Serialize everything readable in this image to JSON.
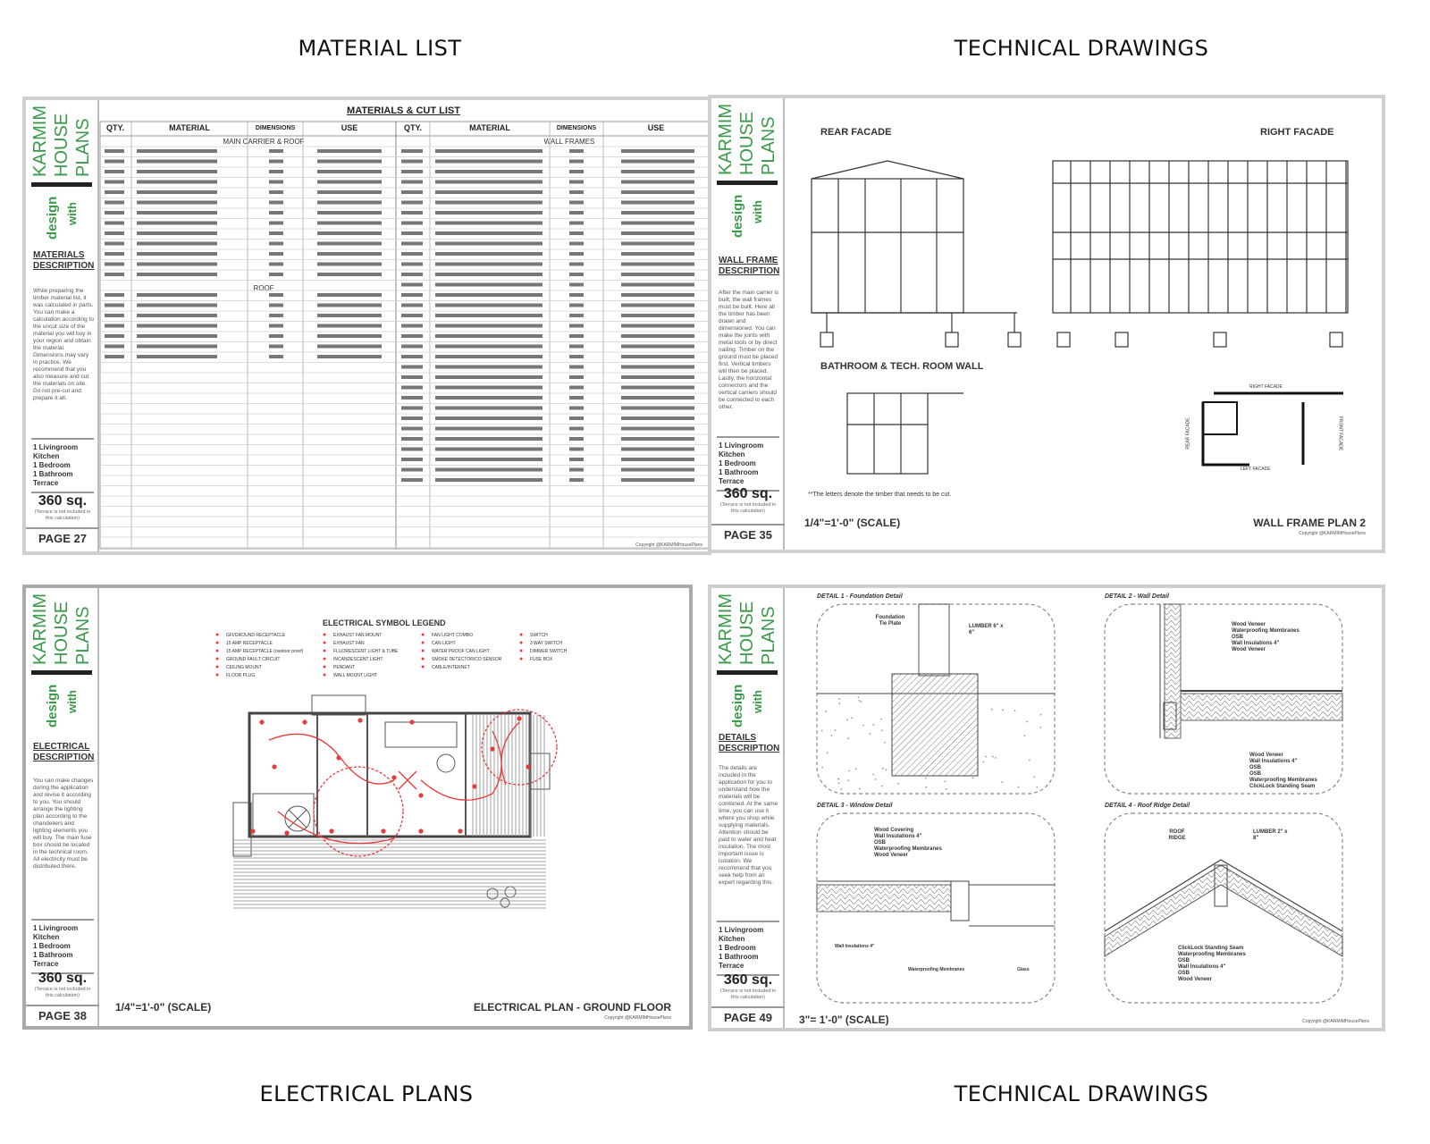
{
  "captions": {
    "top_left": "MATERIAL LIST",
    "top_right": "TECHNICAL DRAWINGS",
    "bottom_left": "ELECTRICAL PLANS",
    "bottom_right": "TECHNICAL DRAWINGS"
  },
  "brand": {
    "line1": "KARMIM",
    "line2": "HOUSE",
    "line3": "PLANS",
    "sub1": "design",
    "sub2": "with",
    "color": "#3a9a4a"
  },
  "common": {
    "rooms": [
      "1 Livingroom",
      "Kitchen",
      "1 Bedroom",
      "1 Bathroom",
      "Terrace"
    ],
    "area": "360 sq.",
    "area_note": "(Terrace is not included in this calculation)",
    "copyright": "Copyright @KARMIMHousePlans"
  },
  "sheets": {
    "materials": {
      "desc_title": "MATERIALS DESCRIPTION",
      "desc_body": "While preparing the timber material list, it was calculated in parts. You can make a calculation according to the uncut size of the material you will buy in your region and obtain the material. Dimensions may vary in practice. We recommend that you also measure and cut the materials on site. Do not pre-cut and prepare it all.",
      "page": "PAGE 27",
      "table_title": "MATERIALS & CUT LIST",
      "headers": [
        "QTY.",
        "MATERIAL",
        "DIMENSIONS",
        "USE",
        "QTY.",
        "MATERIAL",
        "DIMENSIONS",
        "USE"
      ],
      "section_left": "MAIN CARRIER & ROOF",
      "section_roof": "ROOF",
      "section_right": "WALL FRAMES"
    },
    "wallframe": {
      "desc_title": "WALL FRAME DESCRIPTION",
      "desc_body": "After the main carrier is built, the wall frames must be built. Here all the timber has been drawn and dimensioned. You can make the joints with metal tools or by direct nailing. Timber on the ground must be placed first. Vertical timbers will then be placed. Lastly, the horizontal connectors and the vertical carriers should be connected to each other.",
      "page": "PAGE 35",
      "label_rear": "REAR FACADE",
      "label_right": "RIGHT FACADE",
      "label_bath": "BATHROOM & TECH. ROOM WALL",
      "note": "**The letters denote the timber that needs to be cut.",
      "scale": "1/4\"=1'-0\" (SCALE)",
      "title": "WALL FRAME PLAN 2",
      "key_top": "RIGHT FACADE",
      "key_bottom": "LEFT FACADE",
      "key_left": "REAR FACADE",
      "key_right": "FRONT FACADE"
    },
    "electrical": {
      "desc_title": "ELECTRICAL DESCRIPTION",
      "desc_body": "You can make changes during the application and revise it according to you. You should arrange the lighting plan according to the chandeliers and lighting elements you will buy. The main fuse box should be located in the technical room. All electricity must be distributed there.",
      "page": "PAGE 38",
      "legend_title": "ELECTRICAL SYMBOL LEGEND",
      "legend_col1": [
        "GFI/GROUND RECEPTACLE",
        "15 AMP RECEPTACLE",
        "15 AMP RECEPTACLE (outdoor proof)",
        "GROUND FAULT CIRCUIT",
        "CEILING MOUNT",
        "FLOOR PLUG"
      ],
      "legend_col2": [
        "EXHAUST FAN MOUNT",
        "EXHAUST FAN",
        "FLUORESCENT LIGHT & TUBE",
        "INCANDESCENT LIGHT",
        "PENDANT",
        "WALL MOUNT LIGHT"
      ],
      "legend_col3": [
        "FAN LIGHT COMBO",
        "CAN LIGHT",
        "WATER PROOF CAN LIGHT",
        "SMOKE DETECTOR/CO SENSOR",
        "CABLE/INTERNET"
      ],
      "legend_col4": [
        "SWITCH",
        "3 WAY SWITCH",
        "DIMMER SWITCH",
        "FUSE BOX"
      ],
      "scale": "1/4\"=1'-0\" (SCALE)",
      "title": "ELECTRICAL PLAN - GROUND FLOOR",
      "accent": "#e83a3a"
    },
    "details": {
      "desc_title": "DETAILS DESCRIPTION",
      "desc_body": "The details are included in the application for you to understand how the materials will be combined. At the same time, you can use it where you shop while supplying materials. Attention should be paid to water and heat insulation. The most important issue is isolation. We recommend that you seek help from an expert regarding this.",
      "page": "PAGE 49",
      "scale": "3\"= 1'-0\" (SCALE)",
      "detail1": "DETAIL 1 - Foundation Detail",
      "detail2": "DETAIL 2 - Wall Detail",
      "detail3": "DETAIL 3 - Window Detail",
      "detail4": "DETAIL 4 - Roof Ridge Detail",
      "d1_labels": [
        "Foundation Tie Plate",
        "LUMBER 6\" x 6\""
      ],
      "d2_labels": [
        "Wood Veneer",
        "Waterproofing Membranes",
        "OSB",
        "Wall Insulations 4\"",
        "Wood Veneer"
      ],
      "d2_bottom": [
        "Wood Veneer",
        "Wall Insulations 4\"",
        "OSB",
        "OSB",
        "Waterproofing Membranes",
        "ClickLock Standing Seam"
      ],
      "d3_labels": [
        "Wood Covering",
        "Wall Insulations 4\"",
        "OSB",
        "Waterproofing Membranes",
        "Wood Veneer"
      ],
      "d3_bottom": [
        "Wall Insulations 4\"",
        "Waterproofing Membranes",
        "Glass"
      ],
      "d4_top": [
        "ROOF RIDGE",
        "LUMBER 2\" x 8\""
      ],
      "d4_labels": [
        "ClickLock Standing Seam",
        "Waterproofing Membranes",
        "OSB",
        "Wall Insulations 4\"",
        "OSB",
        "Wood Veneer"
      ]
    }
  }
}
